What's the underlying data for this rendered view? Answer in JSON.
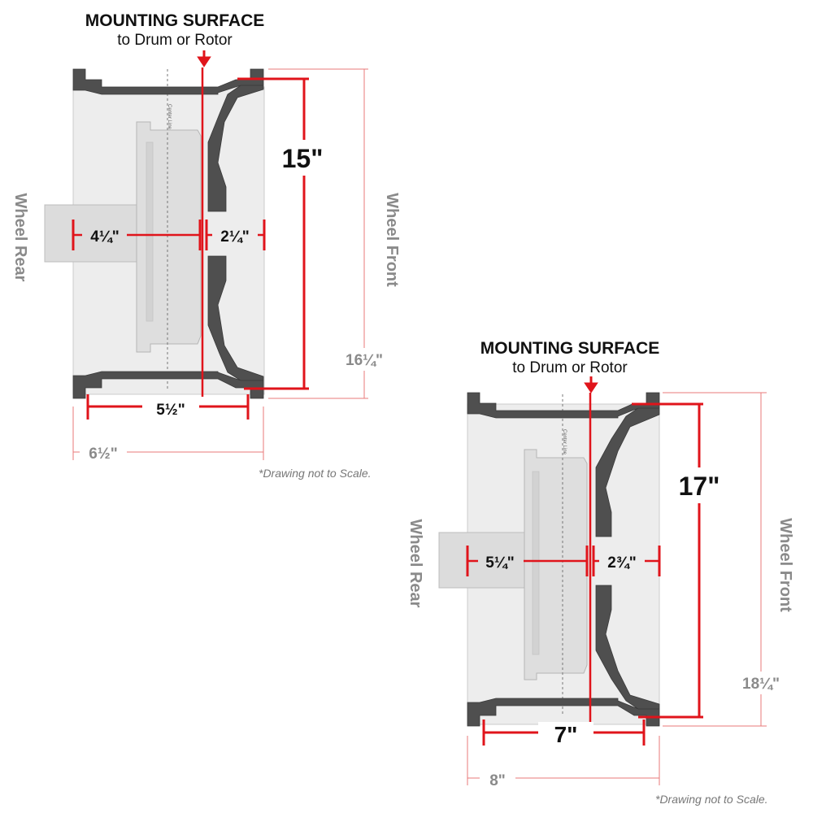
{
  "colors": {
    "accent_red": "#e0141b",
    "wheel_section": "#4f4f4f",
    "hub_fill": "#dedede",
    "barrel_fill": "#ededed",
    "overall_dim": "#e87a7a",
    "gray_text": "#8a8a8a"
  },
  "diagrams": [
    {
      "mounting_title": "MOUNTING SURFACE",
      "mounting_sub": "to Drum or Rotor",
      "center_line": "Center Line",
      "rear_label": "Wheel Rear",
      "front_label": "Wheel Front",
      "diameter": "15\"",
      "overall_diameter": "16¼\"",
      "backspace": "4¼\"",
      "frontspace": "2¼\"",
      "rim_width": "5½\"",
      "overall_width": "6½\"",
      "note": "*Drawing not to Scale."
    },
    {
      "mounting_title": "MOUNTING SURFACE",
      "mounting_sub": "to Drum or Rotor",
      "center_line": "Center Line",
      "rear_label": "Wheel Rear",
      "front_label": "Wheel Front",
      "diameter": "17\"",
      "overall_diameter": "18¼\"",
      "backspace": "5¼\"",
      "frontspace": "2¾\"",
      "rim_width": "7\"",
      "overall_width": "8\"",
      "note": "*Drawing not to Scale."
    }
  ]
}
